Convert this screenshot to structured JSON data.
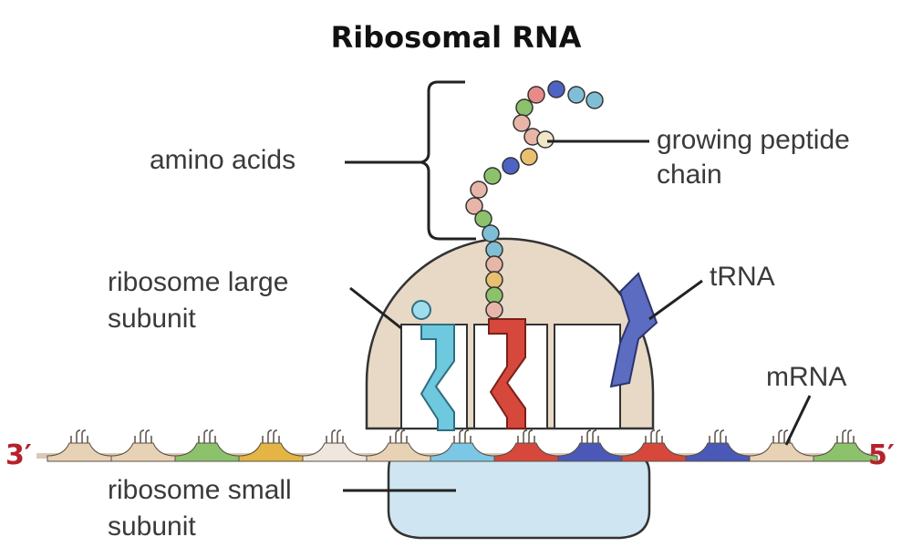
{
  "title": "Ribosomal RNA",
  "labels": {
    "amino_acids": "amino acids",
    "growing_peptide_line1": "growing peptide",
    "growing_peptide_line2": "chain",
    "large_subunit_line1": "ribosome large",
    "large_subunit_line2": "subunit",
    "trna": "tRNA",
    "mrna": "mRNA",
    "small_subunit_line1": "ribosome small",
    "small_subunit_line2": "subunit",
    "end_3": "3′",
    "end_5": "5′"
  },
  "colors": {
    "end_label": "#b5222c",
    "large_subunit": "#e8d8c6",
    "small_subunit": "#cfe6f2",
    "trna_cyan": "#6ec8de",
    "trna_red": "#d6483c",
    "trna_blue": "#5c6cc0",
    "mrna_backbone": "#e3d6c6"
  },
  "codon_colors": [
    "#e8d2b6",
    "#e8d2b6",
    "#8cc26c",
    "#e2b544",
    "#efe7dd",
    "#e8d2b6",
    "#7cc7e6",
    "#d6483c",
    "#4a58b8",
    "#d6483c",
    "#4a58b8",
    "#e8d2b6",
    "#8cc26c"
  ],
  "peptide_colors": [
    "#e88a8a",
    "#4e63c4",
    "#7fbfd6",
    "#7fbfd6",
    "#8cc26c",
    "#e8b6a8",
    "#e8b6a8",
    "#f0e7c8",
    "#e8c070",
    "#4e63c4",
    "#8cc26c",
    "#e8b6a8",
    "#e8b6a8",
    "#8cc26c",
    "#7fbfd6",
    "#7fbfd6",
    "#e8b6a8",
    "#e8c070",
    "#8cc26c",
    "#e8b6a8"
  ]
}
